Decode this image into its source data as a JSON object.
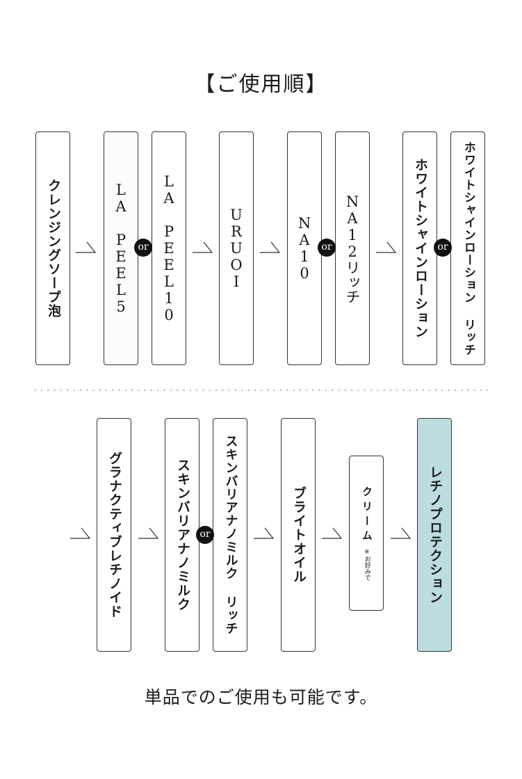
{
  "title": "【ご使用順】",
  "row1": {
    "cleansing": "クレンジングソープ泡",
    "peel5": "LA PEEL5",
    "peel10": "LA PEEL10",
    "uruoi": "URUOI",
    "na10": "NA10",
    "na12": "NA12リッチ",
    "white_lotion": "ホワイトシャインローション",
    "white_lotion_rich": "ホワイトシャインローション リッチ"
  },
  "or_label": "or",
  "row2": {
    "granactive": "グラナクティブレチノイド",
    "skin_barrier": "スキンバリアナノミルク",
    "skin_barrier_rich": "スキンバリアナノミルク リッチ",
    "bright_oil": "ブライトオイル",
    "cream": "クリーム",
    "cream_note": "※お好みで",
    "retino_protection": "レチノプロテクション"
  },
  "footer": "単品でのご使用も可能です。",
  "colors": {
    "accent": "#bcdde0",
    "or_badge": "#111111"
  }
}
